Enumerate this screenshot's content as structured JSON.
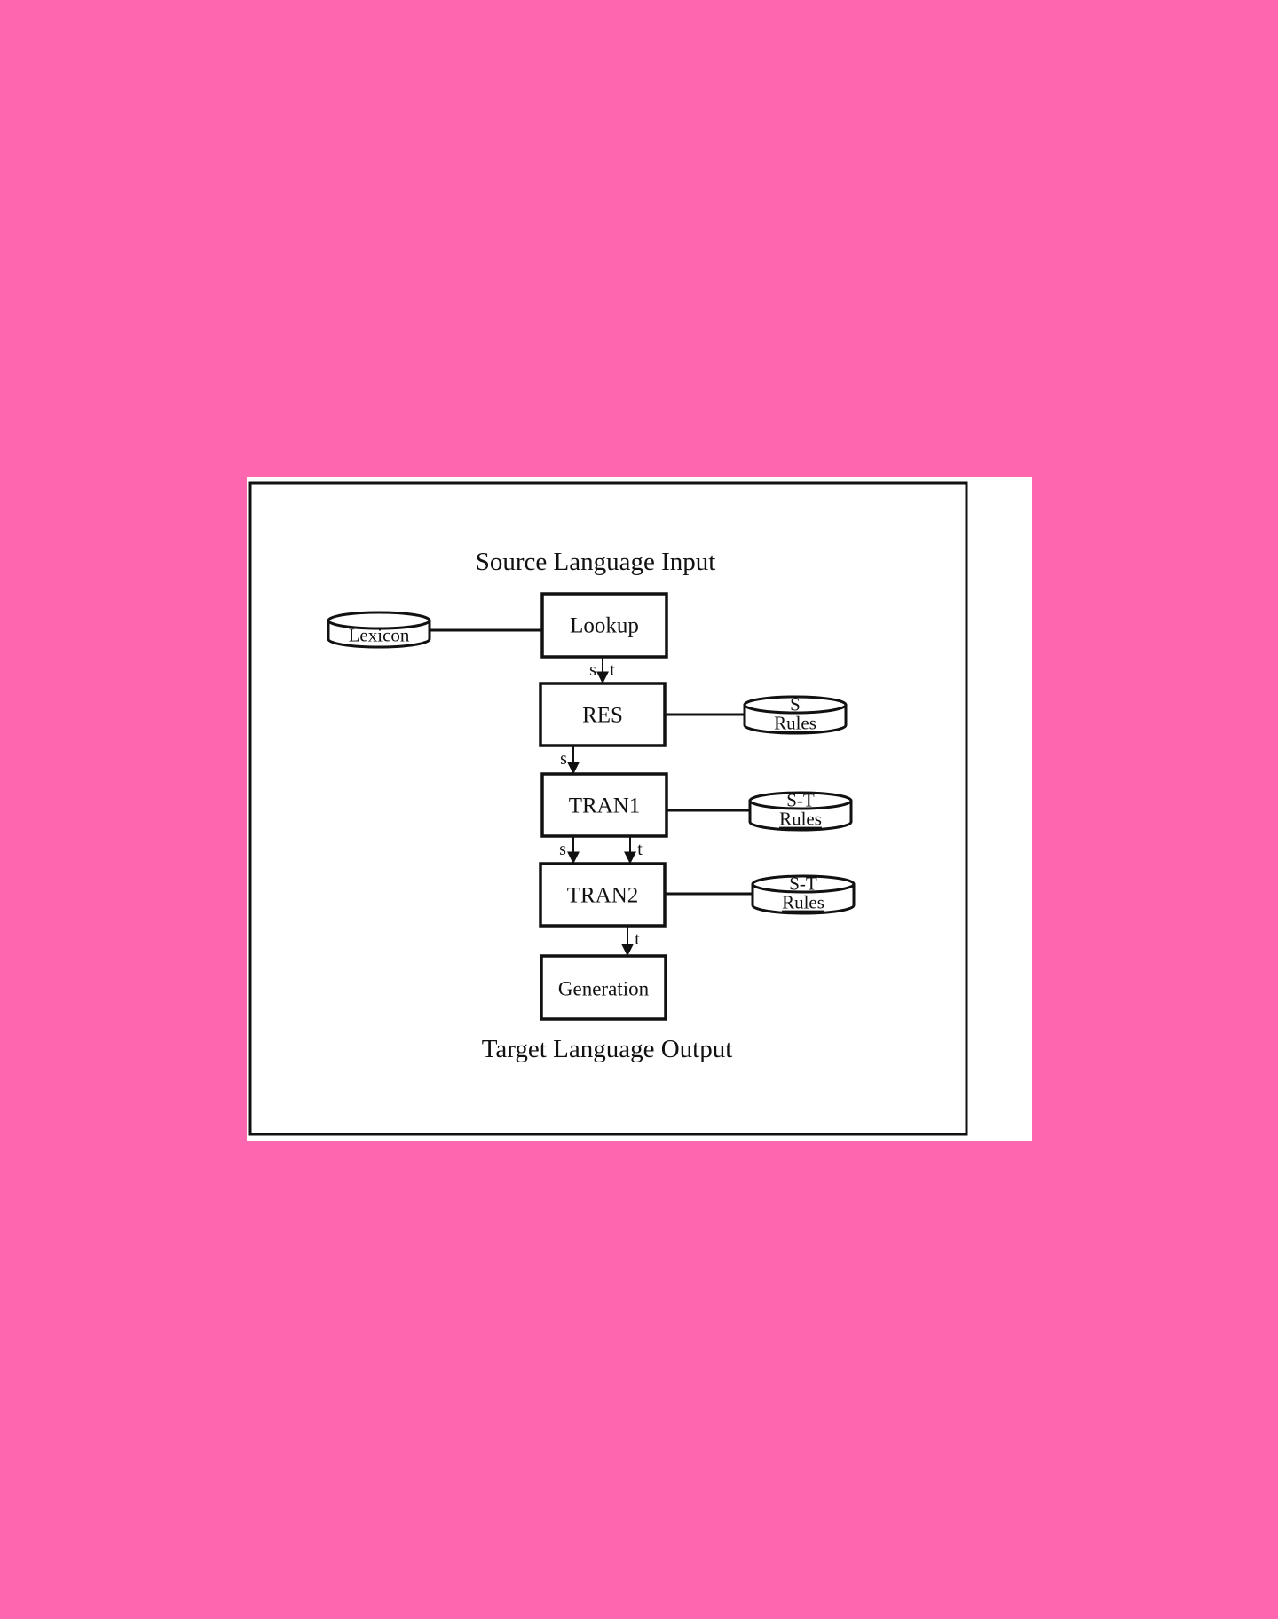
{
  "diagram": {
    "title_top": "Source Language Input",
    "title_bottom": "Target Language Output",
    "nodes": {
      "lookup": "Lookup",
      "res": "RES",
      "tran1": "TRAN1",
      "tran2": "TRAN2",
      "generation": "Generation"
    },
    "stores": {
      "lexicon": {
        "line1": "Lexicon",
        "line2": ""
      },
      "s_rules": {
        "line1": "S",
        "line2": "Rules"
      },
      "st_rules_1": {
        "line1": "S-T",
        "line2": "Rules"
      },
      "st_rules_2": {
        "line1": "S-T",
        "line2": "Rules"
      }
    },
    "edge_labels": {
      "lookup_res_s": "s",
      "lookup_res_t": "t",
      "res_tran1_s": "s",
      "tran1_tran2_s": "s",
      "tran1_tran2_t": "t",
      "tran2_generation_t": "t"
    }
  }
}
